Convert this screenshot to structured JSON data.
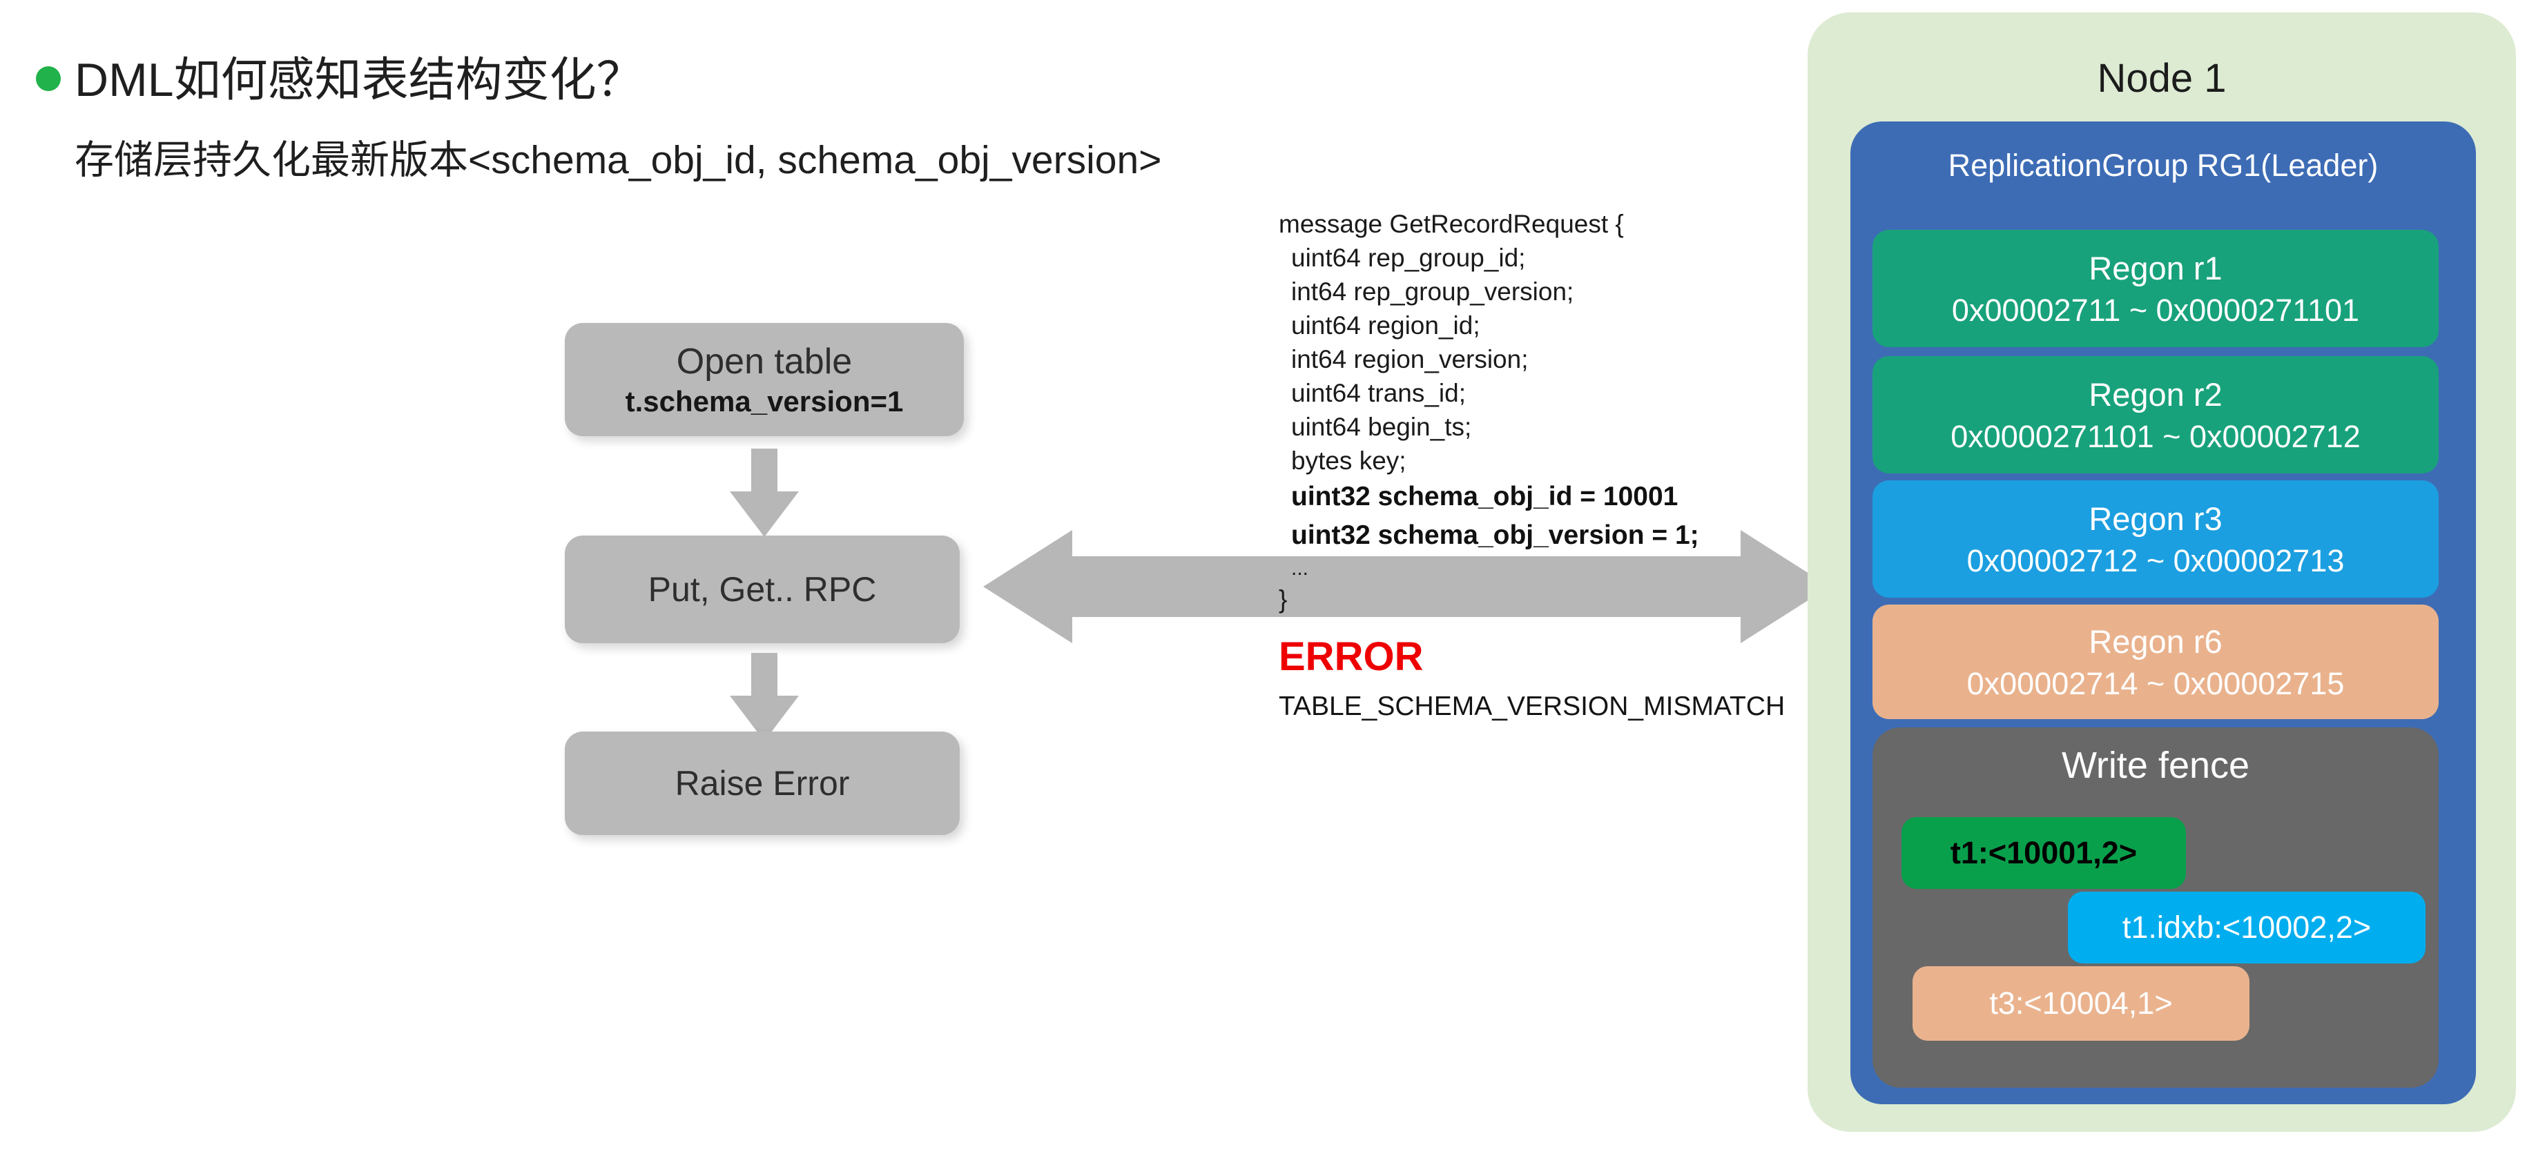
{
  "colors": {
    "bullet_green": "#21b24b",
    "flow_box_gray": "#b9b9b9",
    "arrow_gray": "#b7b7b7",
    "error_red": "#ee0000",
    "node_bg_green": "#dcebd2",
    "replication_group_blue": "#3d6cb5",
    "region_teal": "#18a27b",
    "region_blue": "#1b9fe0",
    "region_tan": "#e9b28d",
    "write_fence_gray": "#686868",
    "fence_entry_green": "#09a04c",
    "fence_entry_blue": "#00aeef",
    "fence_entry_tan": "#eab38e"
  },
  "header": {
    "title": "DML如何感知表结构变化？",
    "subtitle": "存储层持久化最新版本<schema_obj_id, schema_obj_version>"
  },
  "flow": {
    "open_table": {
      "line1": "Open table",
      "line2": "t.schema_version=1"
    },
    "rpc": "Put, Get.. RPC",
    "raise_error": "Raise Error"
  },
  "code": {
    "open": "message GetRecordRequest {",
    "fields": [
      "uint64 rep_group_id;",
      "int64 rep_group_version;",
      "uint64 region_id;",
      "int64 region_version;",
      "uint64 trans_id;",
      "uint64 begin_ts;",
      "bytes key;"
    ],
    "bold1": "uint32 schema_obj_id = 10001",
    "bold2": "uint32 schema_obj_version = 1;",
    "ellipsis": "...",
    "close": "}"
  },
  "error": {
    "label": "ERROR",
    "detail": "TABLE_SCHEMA_VERSION_MISMATCH"
  },
  "node": {
    "title": "Node 1",
    "group_title": "ReplicationGroup RG1(Leader)",
    "regions": [
      {
        "name": "Regon r1",
        "range": "0x00002711 ~ 0x0000271101",
        "color": "teal"
      },
      {
        "name": "Regon r2",
        "range": "0x0000271101 ~ 0x00002712",
        "color": "teal"
      },
      {
        "name": "Regon r3",
        "range": "0x00002712 ~ 0x00002713",
        "color": "blue"
      },
      {
        "name": "Regon r6",
        "range": "0x00002714 ~ 0x00002715",
        "color": "tan"
      }
    ],
    "write_fence": {
      "title": "Write fence",
      "entries": [
        {
          "label": "t1:<10001,2>",
          "color": "green"
        },
        {
          "label": "t1.idxb:<10002,2>",
          "color": "blue"
        },
        {
          "label": "t3:<10004,1>",
          "color": "tan"
        }
      ]
    }
  }
}
